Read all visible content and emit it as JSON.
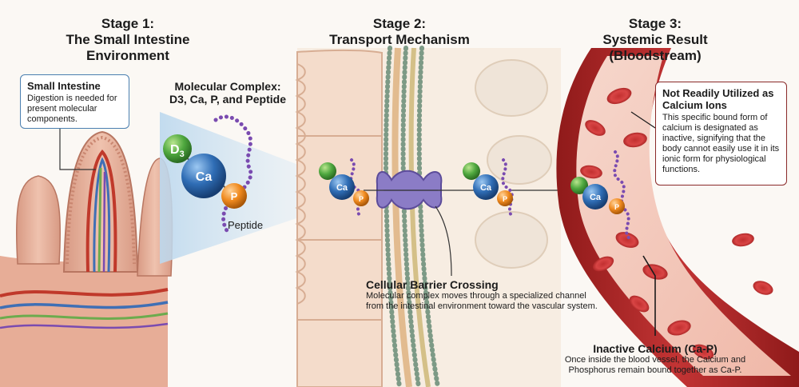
{
  "stages": [
    {
      "line1": "Stage 1:",
      "line2": "The Small Intestine Environment",
      "line3": ""
    },
    {
      "line1": "Stage 2:",
      "line2": "Transport Mechanism",
      "line3": ""
    },
    {
      "line1": "Stage 3:",
      "line2": "Systemic Result",
      "line3": "(Bloodstream)"
    }
  ],
  "small_intestine": {
    "title": "Small Intestine",
    "body": "Digestion is needed for present molecular components."
  },
  "molecular_complex": {
    "title_line1": "Molecular Complex:",
    "title_line2": "D3, Ca, P, and Peptide",
    "peptide_label": "Peptide"
  },
  "molecule_labels": {
    "d3": "D",
    "d3_sub": "3",
    "ca": "Ca",
    "p": "P"
  },
  "barrier": {
    "title": "Cellular Barrier Crossing",
    "body": "Molecular complex moves through a specialized channel from the intestinal environment toward the vascular system."
  },
  "not_utilized": {
    "title": "Not Readily Utilized as Calcium Ions",
    "body": "This specific bound form of calcium is designated as inactive, signifying that the body cannot easily use it in its ionic form for physiological functions."
  },
  "inactive_calcium": {
    "title": "Inactive Calcium (Ca-P)",
    "body": "Once inside the blood vessel, the Calcium and Phosphorus remain bound together as Ca-P."
  },
  "colors": {
    "d3": "#4fa83f",
    "ca": "#2f6db5",
    "p": "#f08a1f",
    "peptide": "#7a4bb0",
    "blood": "#b82a2a",
    "callout_border": "#4a7fb0",
    "callout_border_red": "#8a2a2a"
  }
}
